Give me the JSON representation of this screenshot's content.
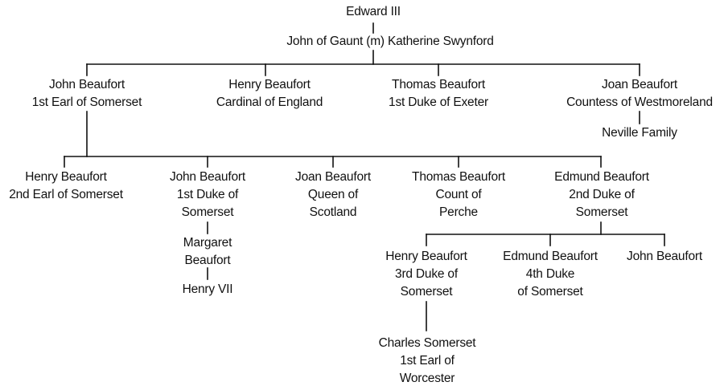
{
  "colors": {
    "line": "#111111",
    "text": "#111111",
    "background": "#ffffff"
  },
  "nodes": {
    "edward_iii": {
      "lines": [
        "Edward III"
      ]
    },
    "john_of_gaunt": {
      "lines": [
        "John of Gaunt (m) Katherine Swynford"
      ]
    },
    "john_beaufort_earl": {
      "lines": [
        "John Beaufort",
        "1st Earl of Somerset"
      ]
    },
    "henry_beaufort_cardinal": {
      "lines": [
        "Henry Beaufort",
        "Cardinal of England"
      ]
    },
    "thomas_beaufort_exeter": {
      "lines": [
        "Thomas Beaufort",
        "1st Duke of Exeter"
      ]
    },
    "joan_beaufort_westmoreland": {
      "lines": [
        "Joan Beaufort",
        "Countess of Westmoreland"
      ]
    },
    "neville_family": {
      "lines": [
        "Neville Family"
      ]
    },
    "henry_beaufort_2nd_earl": {
      "lines": [
        "Henry Beaufort",
        "2nd Earl of Somerset"
      ]
    },
    "john_beaufort_1st_duke": {
      "lines": [
        "John Beaufort",
        "1st Duke of",
        "Somerset"
      ]
    },
    "joan_beaufort_scotland": {
      "lines": [
        "Joan Beaufort",
        "Queen of",
        "Scotland"
      ]
    },
    "thomas_beaufort_perche": {
      "lines": [
        "Thomas Beaufort",
        "Count of",
        "Perche"
      ]
    },
    "edmund_beaufort_2nd_duke": {
      "lines": [
        "Edmund Beaufort",
        "2nd Duke of",
        "Somerset"
      ]
    },
    "margaret_beaufort": {
      "lines": [
        "Margaret",
        "Beaufort"
      ]
    },
    "henry_vii": {
      "lines": [
        "Henry VII"
      ]
    },
    "henry_beaufort_3rd_duke": {
      "lines": [
        "Henry Beaufort",
        "3rd Duke of",
        "Somerset"
      ]
    },
    "edmund_beaufort_4th_duke": {
      "lines": [
        "Edmund Beaufort",
        "4th Duke",
        "of Somerset"
      ]
    },
    "john_beaufort_youngest": {
      "lines": [
        "John Beaufort"
      ]
    },
    "charles_somerset": {
      "lines": [
        "Charles Somerset",
        "1st Earl of",
        "Worcester"
      ]
    }
  }
}
